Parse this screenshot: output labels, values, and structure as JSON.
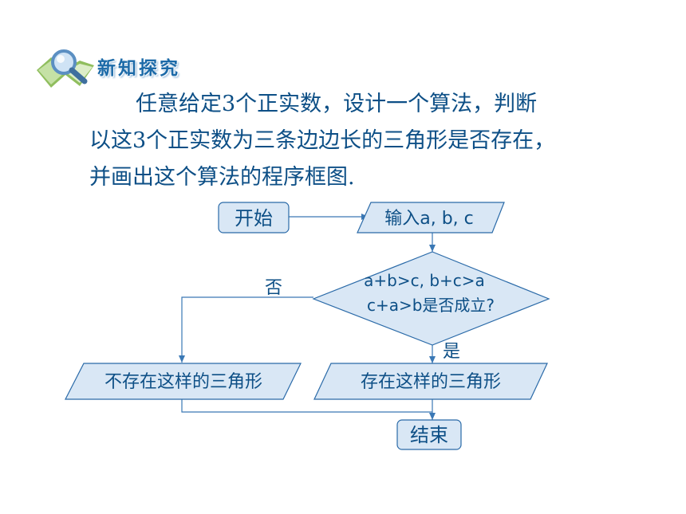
{
  "header": {
    "title": "新知探究",
    "icon": "magnifier-book-icon"
  },
  "problem": {
    "line1": "任意给定3个正实数，设计一个算法，判断",
    "line2": "以这3个正实数为三条边边长的三角形是否存在，",
    "line3": "并画出这个算法的程序框图."
  },
  "flowchart": {
    "start": "开始",
    "input": "输入a, b, c",
    "decision_line1": "a+b>c, b+c>a",
    "decision_line2": "c+a>b是否成立?",
    "no_label": "否",
    "yes_label": "是",
    "no_output": "不存在这样的三角形",
    "yes_output": "存在这样的三角形",
    "end": "结束"
  },
  "colors": {
    "text": "#0d4f86",
    "shape_fill": "#d9e7f5",
    "shape_stroke": "#2a6aa8",
    "arrow": "#3a78b5"
  }
}
